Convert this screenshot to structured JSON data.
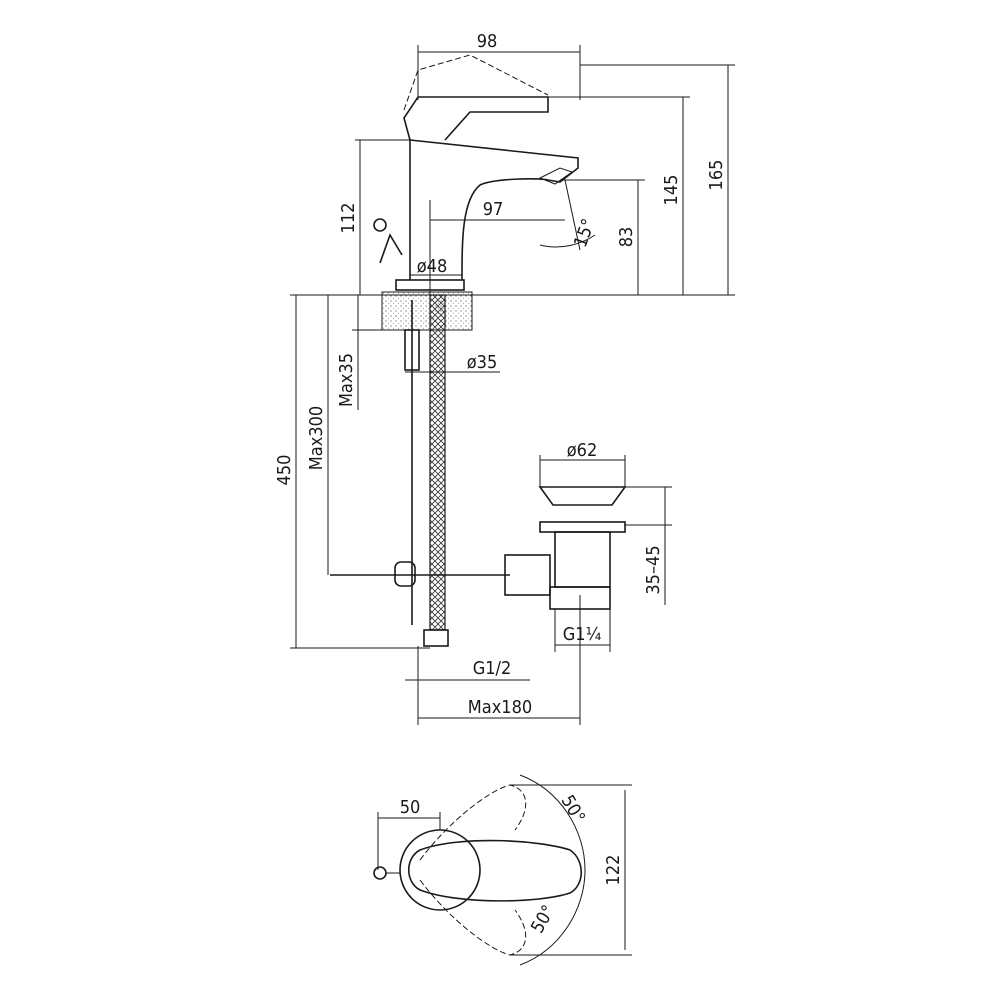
{
  "title": "Basin mixer technical drawing",
  "dimensions": {
    "handle_reach": "98",
    "total_height": "165",
    "lever_height": "145",
    "body_height": "112",
    "spout_reach": "97",
    "spout_angle": "15°",
    "spout_height": "83",
    "base_diameter": "ø48",
    "hole_diameter": "ø35",
    "max_counter": "Max35",
    "max_rod": "Max300",
    "hose_length": "450",
    "waste_diameter": "ø62",
    "waste_range": "35–45",
    "waste_thread": "G1¼",
    "hose_thread": "G1/2",
    "max_reach": "Max180",
    "top_offset": "50",
    "rotation_up": "50°",
    "rotation_down": "50°",
    "top_depth": "122"
  }
}
